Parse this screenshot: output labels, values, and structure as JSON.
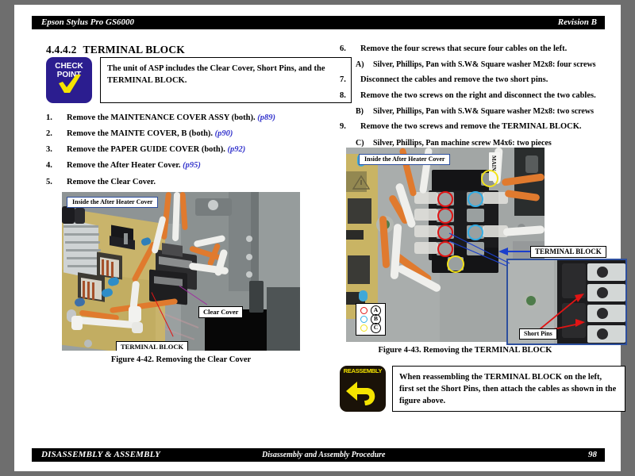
{
  "header": {
    "left": "Epson Stylus Pro GS6000",
    "right": "Revision B"
  },
  "footer": {
    "left": "DISASSEMBLY & ASSEMBLY",
    "center": "Disassembly and Assembly Procedure",
    "page_number": "98"
  },
  "section": {
    "number": "4.4.4.2",
    "title": "TERMINAL BLOCK"
  },
  "checkpoint": {
    "icon_label_line1": "CHECK",
    "icon_label_line2": "POINT",
    "text": "The unit of ASP includes the Clear Cover, Short Pins, and the TERMINAL BLOCK."
  },
  "reassembly": {
    "icon_label": "REASSEMBLY",
    "text": "When reassembling the TERMINAL BLOCK on the left, first set the Short Pins, then attach the cables as shown in the figure above."
  },
  "steps_left": [
    {
      "marker": "1.",
      "text": "Remove the MAINTENANCE COVER ASSY (both).",
      "page_ref": "(p89)"
    },
    {
      "marker": "2.",
      "text": "Remove the MAINTE COVER, B (both).",
      "page_ref": "(p90)"
    },
    {
      "marker": "3.",
      "text": "Remove the PAPER GUIDE COVER (both).",
      "page_ref": "(p92)"
    },
    {
      "marker": "4.",
      "text": "Remove the After Heater Cover.",
      "page_ref": "(p95)"
    },
    {
      "marker": "5.",
      "text": "Remove the Clear Cover.",
      "page_ref": ""
    }
  ],
  "steps_right": [
    {
      "marker": "6.",
      "text": "Remove the four screws that secure four cables on the left.",
      "sub": false
    },
    {
      "marker": "A)",
      "text": "Silver, Phillips, Pan with S.W& Square washer M2x8: four screws",
      "sub": true
    },
    {
      "marker": "7.",
      "text": "Disconnect the cables and remove the two short pins.",
      "sub": false
    },
    {
      "marker": "8.",
      "text": "Remove the two screws on the right and disconnect the two cables.",
      "sub": false
    },
    {
      "marker": "B)",
      "text": "Silver, Phillips, Pan with S.W& Square washer M2x8: two screws",
      "sub": true
    },
    {
      "marker": "9.",
      "text": "Remove the two screws and remove the TERMINAL BLOCK.",
      "sub": false
    },
    {
      "marker": "C)",
      "text": "Silver, Phillips, Pan machine screw M4x6: two pieces",
      "sub": true
    }
  ],
  "figure_left": {
    "caption": "Figure 4-42.  Removing the Clear Cover",
    "photo_label": "Inside the After Heater Cover",
    "callouts": [
      {
        "text": "Clear Cover",
        "leader_color": "#a02aa0"
      },
      {
        "text": "TERMINAL BLOCK",
        "leader_color": "#e11414"
      }
    ]
  },
  "figure_right": {
    "caption": "Figure 4-43.  Removing the TERMINAL BLOCK",
    "photo_label": "Inside the After Heater Cover",
    "cable_label": "MAIN",
    "callouts": [
      {
        "text": "TERMINAL BLOCK",
        "leader_color": "#1b3fcc"
      },
      {
        "text": "Short Pins",
        "leader_color": "#e11414"
      }
    ],
    "legend": [
      {
        "ring_color": "#e11414",
        "letter": "A"
      },
      {
        "ring_color": "#33aee6",
        "letter": "B"
      },
      {
        "ring_color": "#f2e21a",
        "letter": "C"
      }
    ]
  },
  "colors": {
    "header_bar": "#000000",
    "page_ref": "#3333cc",
    "checkpoint_icon": "#2b1d8f",
    "checkpoint_check": "#f5e400",
    "reassembly_icon": "#1a1208",
    "label_border": "#2d4f9e",
    "page_border": "#6e6e6e"
  }
}
